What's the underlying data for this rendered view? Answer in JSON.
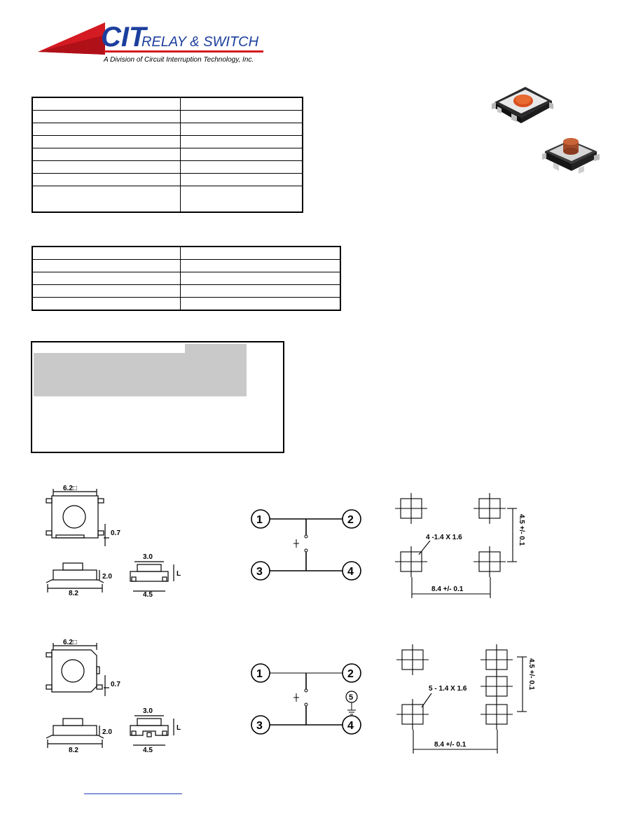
{
  "logo": {
    "brand": "CIT",
    "name": "RELAY & SWITCH",
    "tagline": "A Division of Circuit Interruption Technology, Inc.",
    "colors": {
      "brand_blue": "#1c3f9e",
      "accent_red": "#d41a22"
    }
  },
  "drawing_1": {
    "top_width": "6.2□",
    "offset": "0.7",
    "height": "2.0",
    "length": "8.2",
    "side_top": "3.0",
    "side_bottom": "4.5",
    "side_label": "L",
    "pins": [
      "1",
      "2",
      "3",
      "4"
    ],
    "pad_label": "4 -1.4 X 1.6",
    "pad_vertical": "4.5 +/- 0.1",
    "pad_horizontal": "8.4 +/- 0.1"
  },
  "drawing_2": {
    "top_width": "6.2□",
    "offset": "0.7",
    "height": "2.0",
    "length": "8.2",
    "side_top": "3.0",
    "side_bottom": "4.5",
    "side_label": "L",
    "pins": [
      "1",
      "2",
      "3",
      "4",
      "5"
    ],
    "pad_label": "5 - 1.4 X 1.6",
    "pad_vertical": "4.5 +/- 0.1",
    "pad_horizontal": "8.4 +/- 0.1"
  }
}
